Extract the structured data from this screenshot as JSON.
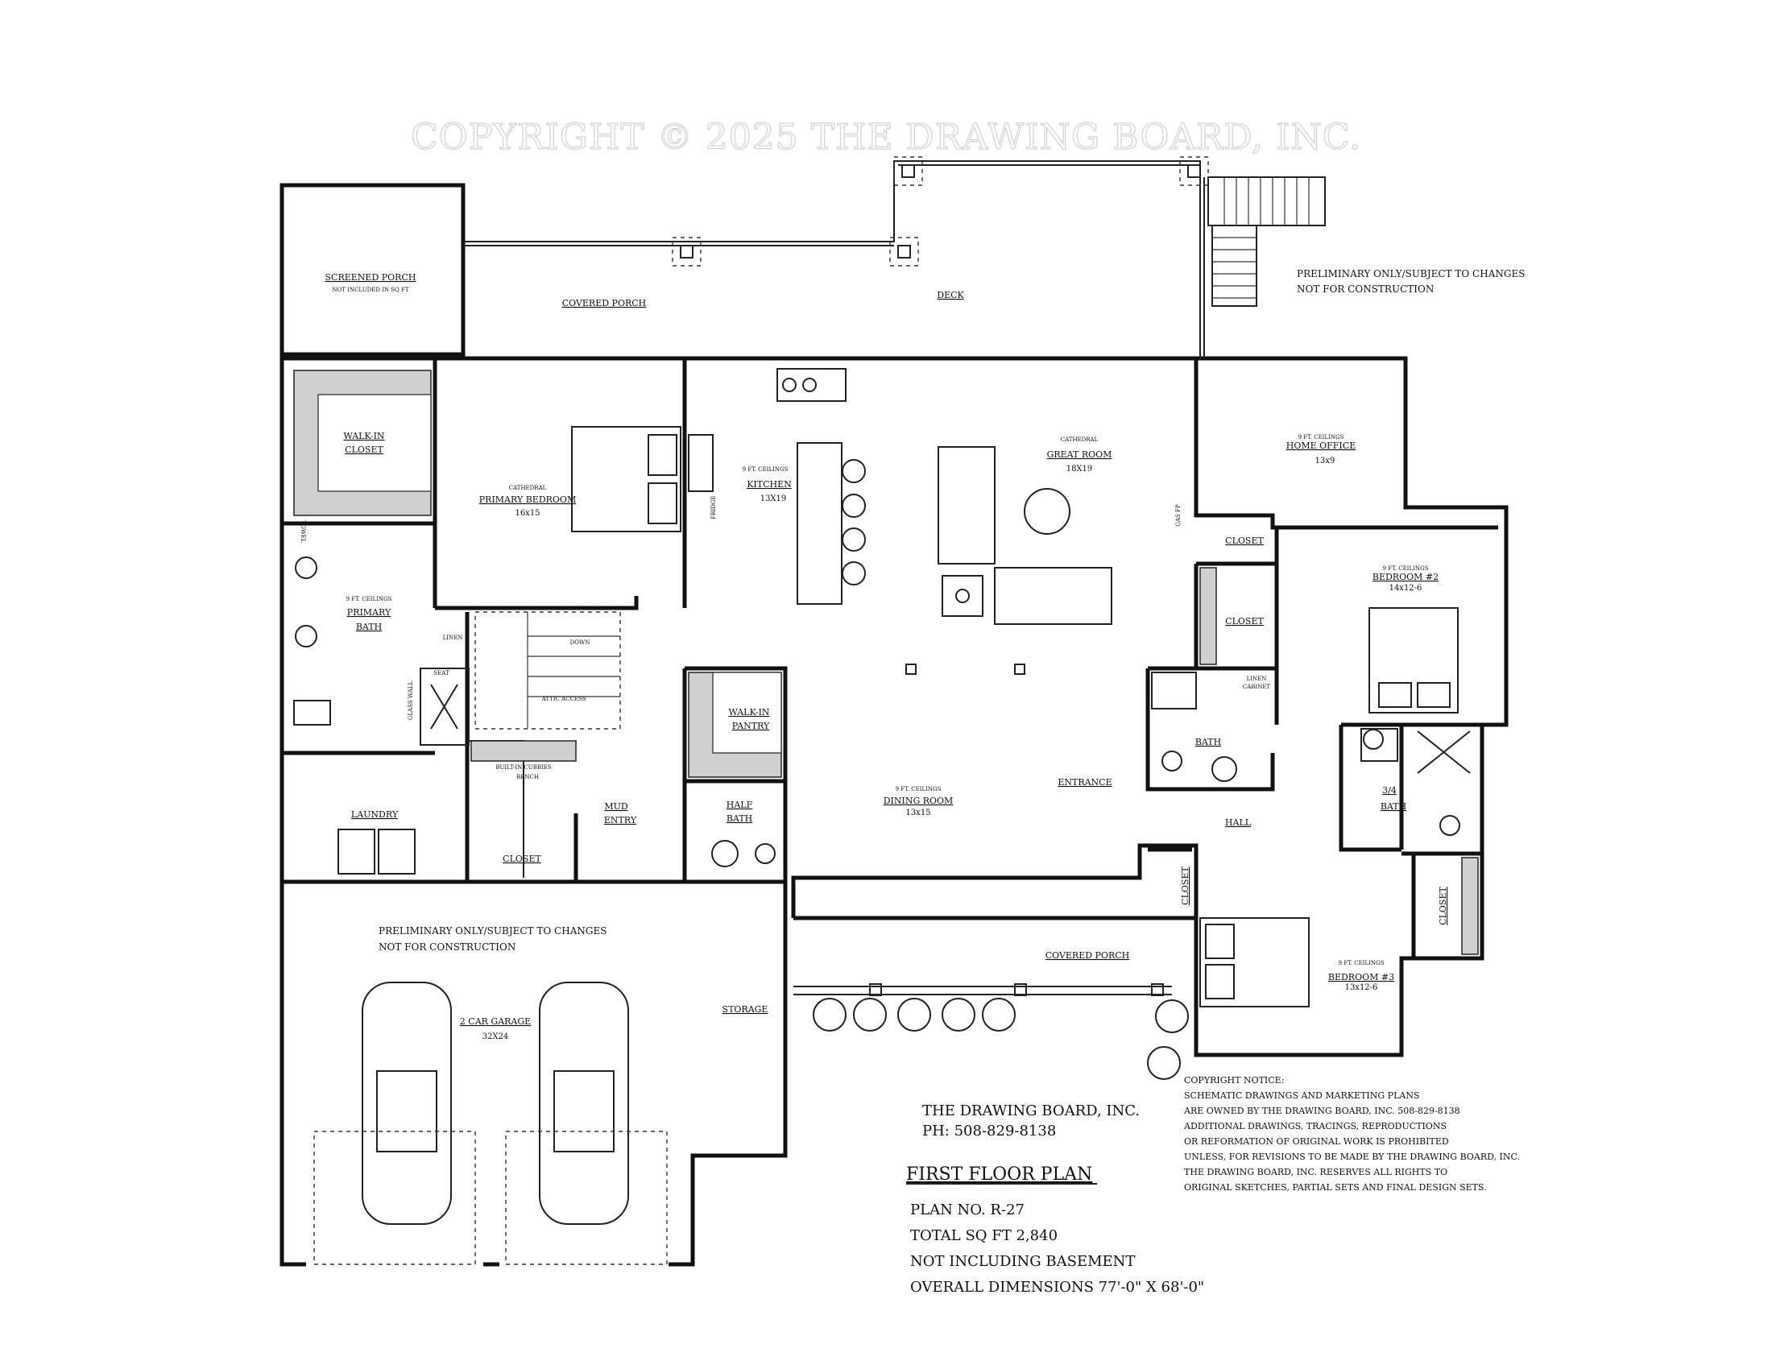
{
  "watermark": "COPYRIGHT © 2025 THE DRAWING BOARD, INC.",
  "preliminary_top": [
    "PRELIMINARY ONLY/SUBJECT TO CHANGES",
    "NOT FOR CONSTRUCTION"
  ],
  "preliminary_garage": [
    "PRELIMINARY ONLY/SUBJECT TO CHANGES",
    "NOT FOR CONSTRUCTION"
  ],
  "rooms": {
    "screened_porch": {
      "name": "SCREENED PORCH",
      "sub": "NOT INCLUDED IN SQ FT"
    },
    "covered_porch_rear": {
      "name": "COVERED PORCH"
    },
    "deck": {
      "name": "DECK"
    },
    "walk_in_closet": {
      "line1": "WALK-IN",
      "line2": "CLOSET"
    },
    "primary_bedroom": {
      "ceiling": "CATHEDRAL",
      "name": "PRIMARY BEDROOM",
      "size": "16x15"
    },
    "primary_bath": {
      "ceiling": "9 FT. CEILINGS",
      "line1": "PRIMARY",
      "line2": "BATH"
    },
    "kitchen": {
      "ceiling": "9 FT. CEILINGS",
      "name": "KITCHEN",
      "size": "13X19"
    },
    "great_room": {
      "ceiling": "CATHEDRAL",
      "name": "GREAT ROOM",
      "size": "18X19"
    },
    "home_office": {
      "ceiling": "9 FT. CEILINGS",
      "name": "HOME OFFICE",
      "size": "13x9"
    },
    "office_closet": {
      "name": "CLOSET"
    },
    "hall_closet": {
      "name": "CLOSET"
    },
    "bedroom2": {
      "ceiling": "9 FT. CEILINGS",
      "name": "BEDROOM #2",
      "size": "14x12-6"
    },
    "bath": {
      "name": "BATH"
    },
    "linen_cabinet": {
      "line1": "LINEN",
      "line2": "CABINET"
    },
    "three_quarter_bath": {
      "line1": "3/4",
      "line2": "BATH"
    },
    "walk_in_pantry": {
      "line1": "WALK-IN",
      "line2": "PANTRY"
    },
    "half_bath": {
      "line1": "HALF",
      "line2": "BATH"
    },
    "mud_entry": {
      "line1": "MUD",
      "line2": "ENTRY"
    },
    "mud_closet": {
      "name": "CLOSET"
    },
    "laundry": {
      "name": "LAUNDRY"
    },
    "cubbies": {
      "line1": "BUILT-IN CUBBIES",
      "line2": "BENCH"
    },
    "dining_room": {
      "ceiling": "9 FT. CEILINGS",
      "name": "DINING ROOM",
      "size": "13x15"
    },
    "entrance": {
      "name": "ENTRANCE"
    },
    "hall": {
      "name": "HALL"
    },
    "foyer_closet": {
      "name": "CLOSET"
    },
    "bedroom3": {
      "ceiling": "9 FT. CEILINGS",
      "name": "BEDROOM #3",
      "size": "13x12-6"
    },
    "bedroom3_closet": {
      "name": "CLOSET"
    },
    "covered_porch_front": {
      "name": "COVERED PORCH"
    },
    "garage": {
      "name": "2 CAR GARAGE",
      "size": "32X24"
    },
    "storage": {
      "name": "STORAGE"
    }
  },
  "small_labels": {
    "linen": "LINEN",
    "seat": "SEAT",
    "glass_wall": "GLASS WALL",
    "gas_fp": "GAS FP",
    "fridge": "FRIDGE",
    "down": "DOWN",
    "attic_access": "ATTIC ACCESS",
    "towel": "TOWEL"
  },
  "company": {
    "name": "THE DRAWING BOARD, INC.",
    "phone": "PH: 508-829-8138"
  },
  "plan_info": {
    "title": "FIRST FLOOR PLAN",
    "plan_no": "PLAN NO. R-27",
    "total_sqft": "TOTAL SQ FT 2,840",
    "basement": "NOT INCLUDING BASEMENT",
    "dimensions": "OVERALL DIMENSIONS 77'-0\" X 68'-0\""
  },
  "copyright_notice": [
    "COPYRIGHT NOTICE:",
    "SCHEMATIC DRAWINGS AND MARKETING PLANS",
    "ARE OWNED BY THE DRAWING BOARD, INC. 508-829-8138",
    "ADDITIONAL DRAWINGS, TRACINGS, REPRODUCTIONS",
    "OR REFORMATION OF ORIGINAL WORK IS PROHIBITED",
    "UNLESS, FOR REVISIONS TO BE MADE BY THE DRAWING BOARD, INC.",
    "THE DRAWING BOARD, INC. RESERVES ALL RIGHTS TO",
    "ORIGINAL SKETCHES, PARTIAL SETS AND FINAL DESIGN SETS."
  ]
}
